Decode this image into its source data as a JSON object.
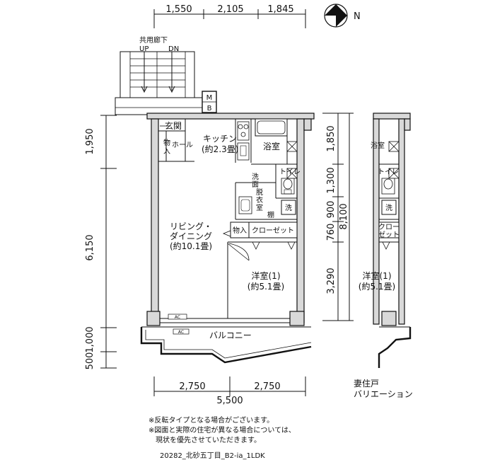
{
  "dimensions": {
    "top": [
      "1,550",
      "2,105",
      "1,845"
    ],
    "left": [
      "1,950",
      "6,150",
      "1,000",
      "500"
    ],
    "right_inner": [
      "1,850",
      "1,300",
      "900",
      "760",
      "3,290"
    ],
    "right_total": "8,100",
    "bottom": [
      "2,750",
      "2,750"
    ],
    "bottom_total": "5,500"
  },
  "compass": {
    "label": "N"
  },
  "labels": {
    "corridor": "共用廊下",
    "up": "UP",
    "dn": "DN",
    "mb_m": "M",
    "mb_b": "B",
    "genkan": "玄関",
    "storage_a": "物",
    "storage_b": "入",
    "hall": "ホール",
    "kitchen": "キッチン",
    "kitchen_size": "(約2.3畳)",
    "bath": "浴室",
    "toilet": "トイレ",
    "washroom": [
      "洗",
      "面",
      "脱",
      "衣",
      "室"
    ],
    "washer": "洗",
    "shelf": "棚",
    "storage": "物入",
    "closet": "クローゼット",
    "living_1": "リビング・",
    "living_2": "ダイニング",
    "living_size": "(約10.1畳)",
    "western": "洋室(1)",
    "western_size": "(約5.1畳)",
    "ac": "AC",
    "balcony": "バルコニー"
  },
  "variation": {
    "bath": "浴室",
    "toilet": "トイレ",
    "washer": "洗",
    "closet_1": "クロー",
    "closet_2": "ゼット",
    "western": "洋室(1)",
    "western_size": "(約5.1畳)",
    "caption_1": "妻住戸",
    "caption_2": "バリエーション"
  },
  "notes": [
    "※反転タイプとなる場合がございます。",
    "※図面と実際の住宅が異なる場合については、",
    "現状を優先させていただきます。"
  ],
  "footer": "20282_北砂五丁目_B2-ia_1LDK"
}
